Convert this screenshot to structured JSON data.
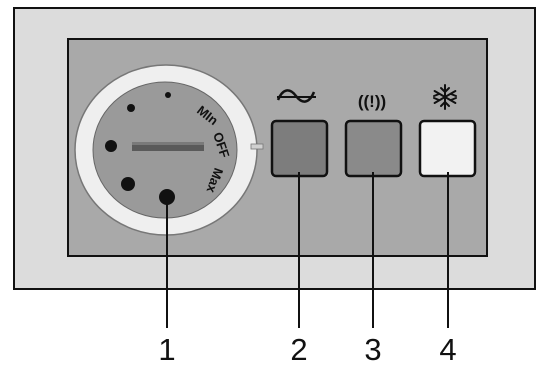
{
  "panel": {
    "dial": {
      "label_min": "MIn",
      "label_off": "OFF",
      "label_max": "Max"
    },
    "indicators": [
      {
        "icon": "power-wave-icon",
        "color": "#7d7d7d"
      },
      {
        "icon": "alarm-exclamation-icon",
        "glyph": "((!))",
        "color": "#8a8a8a"
      },
      {
        "icon": "snowflake-icon",
        "color": "#f2f2f2"
      }
    ]
  },
  "callouts": [
    "1",
    "2",
    "3",
    "4"
  ]
}
